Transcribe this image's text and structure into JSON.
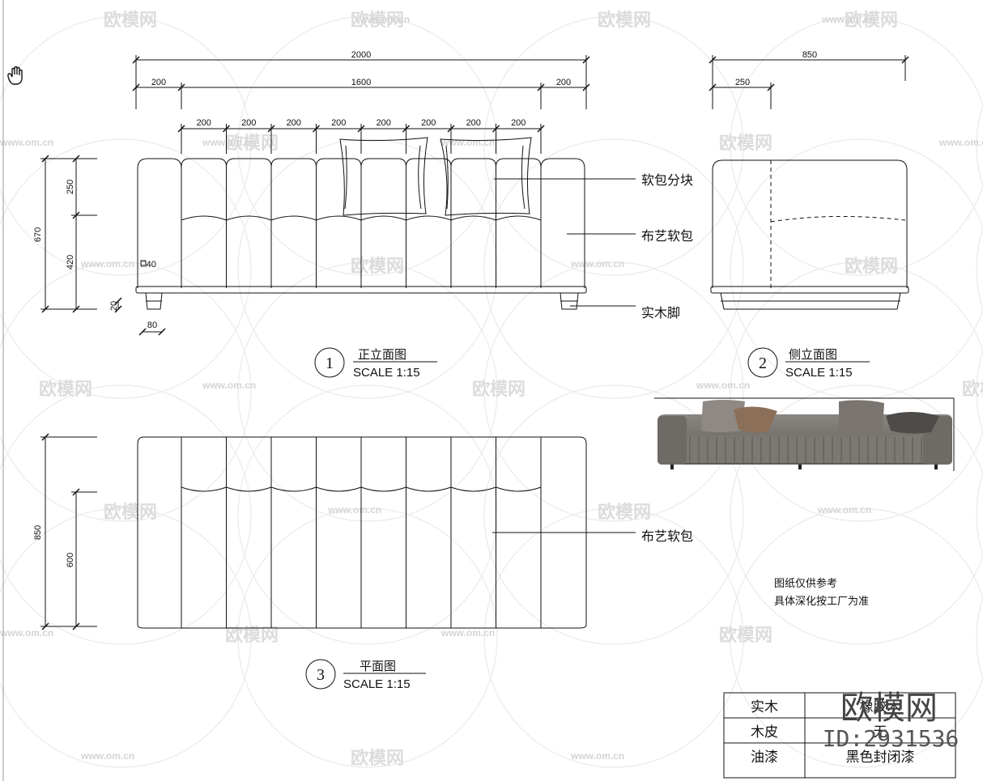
{
  "front_view": {
    "dims_top": {
      "overall": "2000",
      "left_arm": "200",
      "center": "1600",
      "right_arm": "200"
    },
    "dims_modules": [
      "200",
      "200",
      "200",
      "200",
      "200",
      "200",
      "200",
      "200"
    ],
    "dims_left": {
      "total": "670",
      "upper": "250",
      "lower": "420",
      "base": "20"
    },
    "dims_small": {
      "square": "□40",
      "foot": "80"
    },
    "callouts": {
      "panel": "软包分块",
      "fabric": "布艺软包",
      "leg": "实木脚"
    },
    "number": "1",
    "title": "正立面图",
    "scale": "SCALE 1:15"
  },
  "side_view": {
    "dims_top": {
      "overall": "850",
      "back": "250"
    },
    "number": "2",
    "title": "侧立面图",
    "scale": "SCALE 1:15"
  },
  "plan_view": {
    "dims_left": {
      "total": "850",
      "seat": "600"
    },
    "callout": "布艺软包",
    "number": "3",
    "title": "平面图",
    "scale": "SCALE 1:15"
  },
  "note": {
    "line1": "图纸仅供参考",
    "line2": "具体深化按工厂为准"
  },
  "material_table": [
    {
      "label": "实木",
      "value": "橡胶木"
    },
    {
      "label": "木皮",
      "value": "无"
    },
    {
      "label": "油漆",
      "value": "黑色封闭漆"
    }
  ],
  "watermark": {
    "brand": "欧模网",
    "site": "www.om.cn",
    "stamp_brand": "欧模网",
    "stamp_id": "ID:2931536"
  },
  "colors": {
    "line": "#111111",
    "watermark": "#d9d9d9",
    "sofa": "#6f6b67"
  },
  "icons": {
    "tool": "hand-cursor-icon"
  }
}
